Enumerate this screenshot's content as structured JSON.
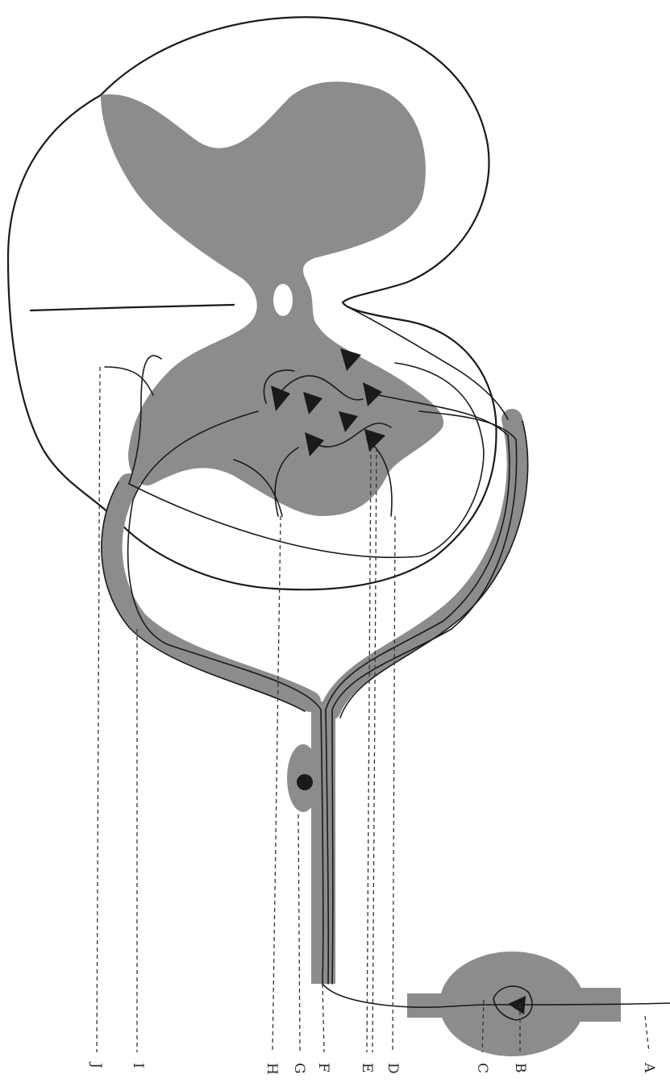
{
  "figure": {
    "colors": {
      "gray_matter": "#8c8c8c",
      "ink": "#1a1a1a",
      "paper": "#ffffff"
    },
    "labels": {
      "A": "A",
      "B": "B",
      "C": "C",
      "D": "D",
      "E": "E",
      "F": "F",
      "G": "G",
      "H": "H",
      "I": "I",
      "J": "J"
    }
  }
}
